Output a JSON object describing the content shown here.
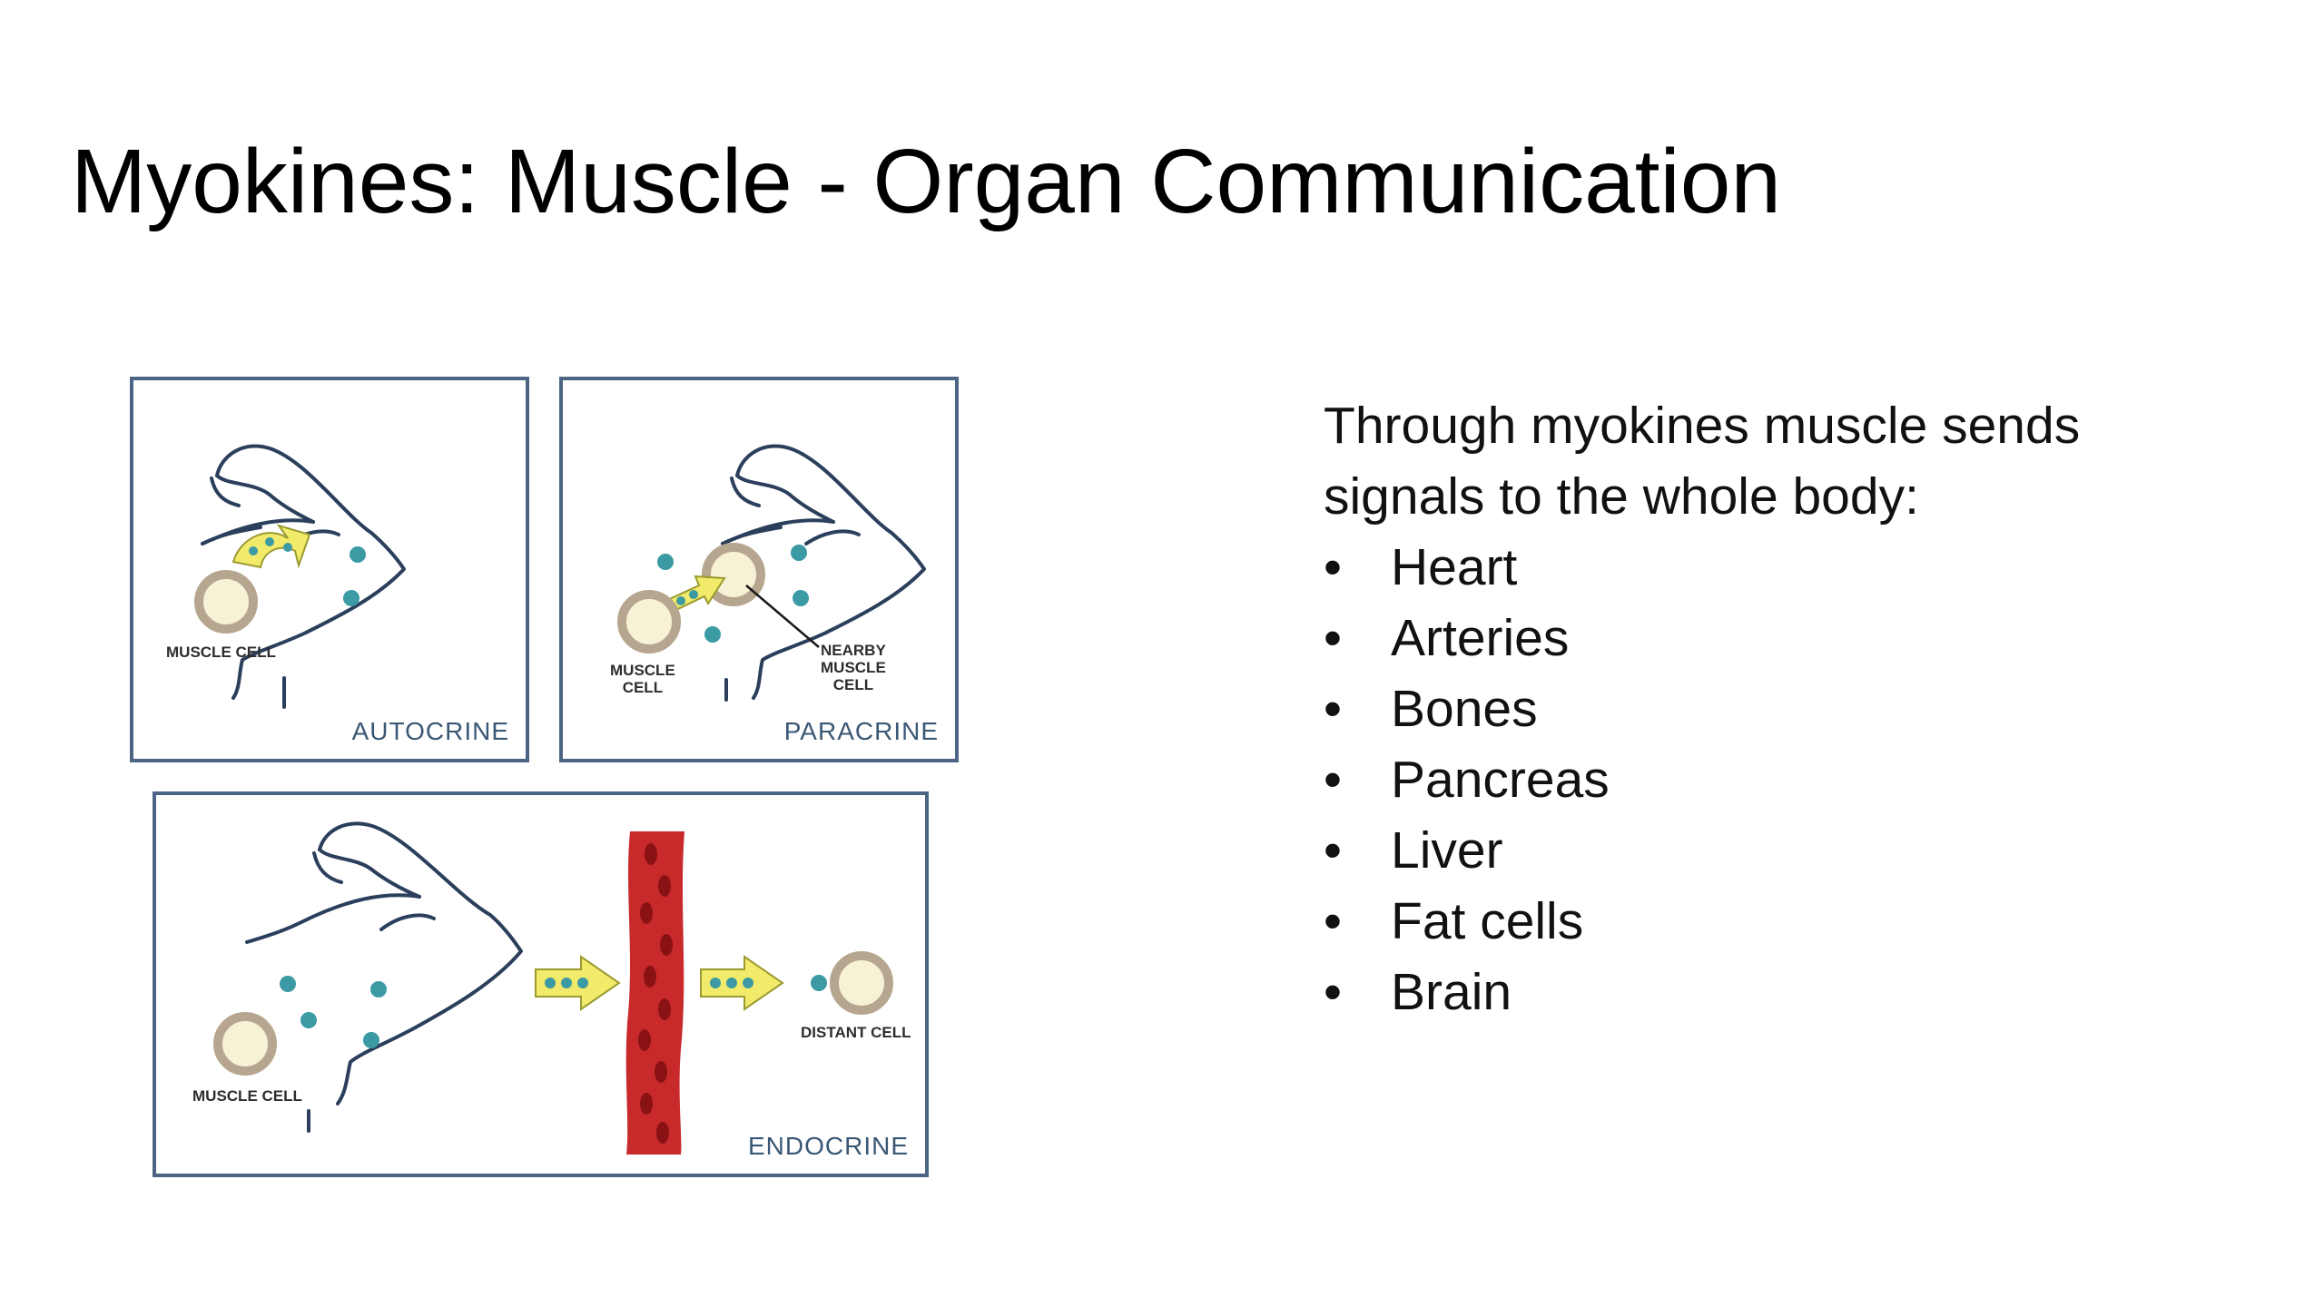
{
  "slide": {
    "title": "Myokines: Muscle - Organ Communication"
  },
  "diagram": {
    "autocrine": {
      "label": "AUTOCRINE",
      "cell_label": "MUSCLE CELL"
    },
    "paracrine": {
      "label": "PARACRINE",
      "cell_label": "MUSCLE\nCELL",
      "nearby_cell_label": "NEARBY\nMUSCLE\nCELL"
    },
    "endocrine": {
      "label": "ENDOCRINE",
      "cell_label": "MUSCLE CELL",
      "distant_cell_label": "DISTANT CELL"
    },
    "colors": {
      "outline": "#2b3f5c",
      "frame": "#4d6584",
      "label_text": "#3a5875",
      "myokine_dot": "#3b9aa3",
      "arrow_fill": "#f2ea6a",
      "cell_ring": "#b7a68f",
      "cell_fill": "#f7f2d6",
      "blood_vessel": "#c82a2c"
    }
  },
  "text": {
    "intro": [
      "Through myokines muscle sends",
      "signals to the whole body:"
    ],
    "bullet_symbol": "•",
    "organs": [
      "Heart",
      "Arteries",
      "Bones",
      "Pancreas",
      "Liver",
      "Fat cells",
      "Brain"
    ]
  }
}
